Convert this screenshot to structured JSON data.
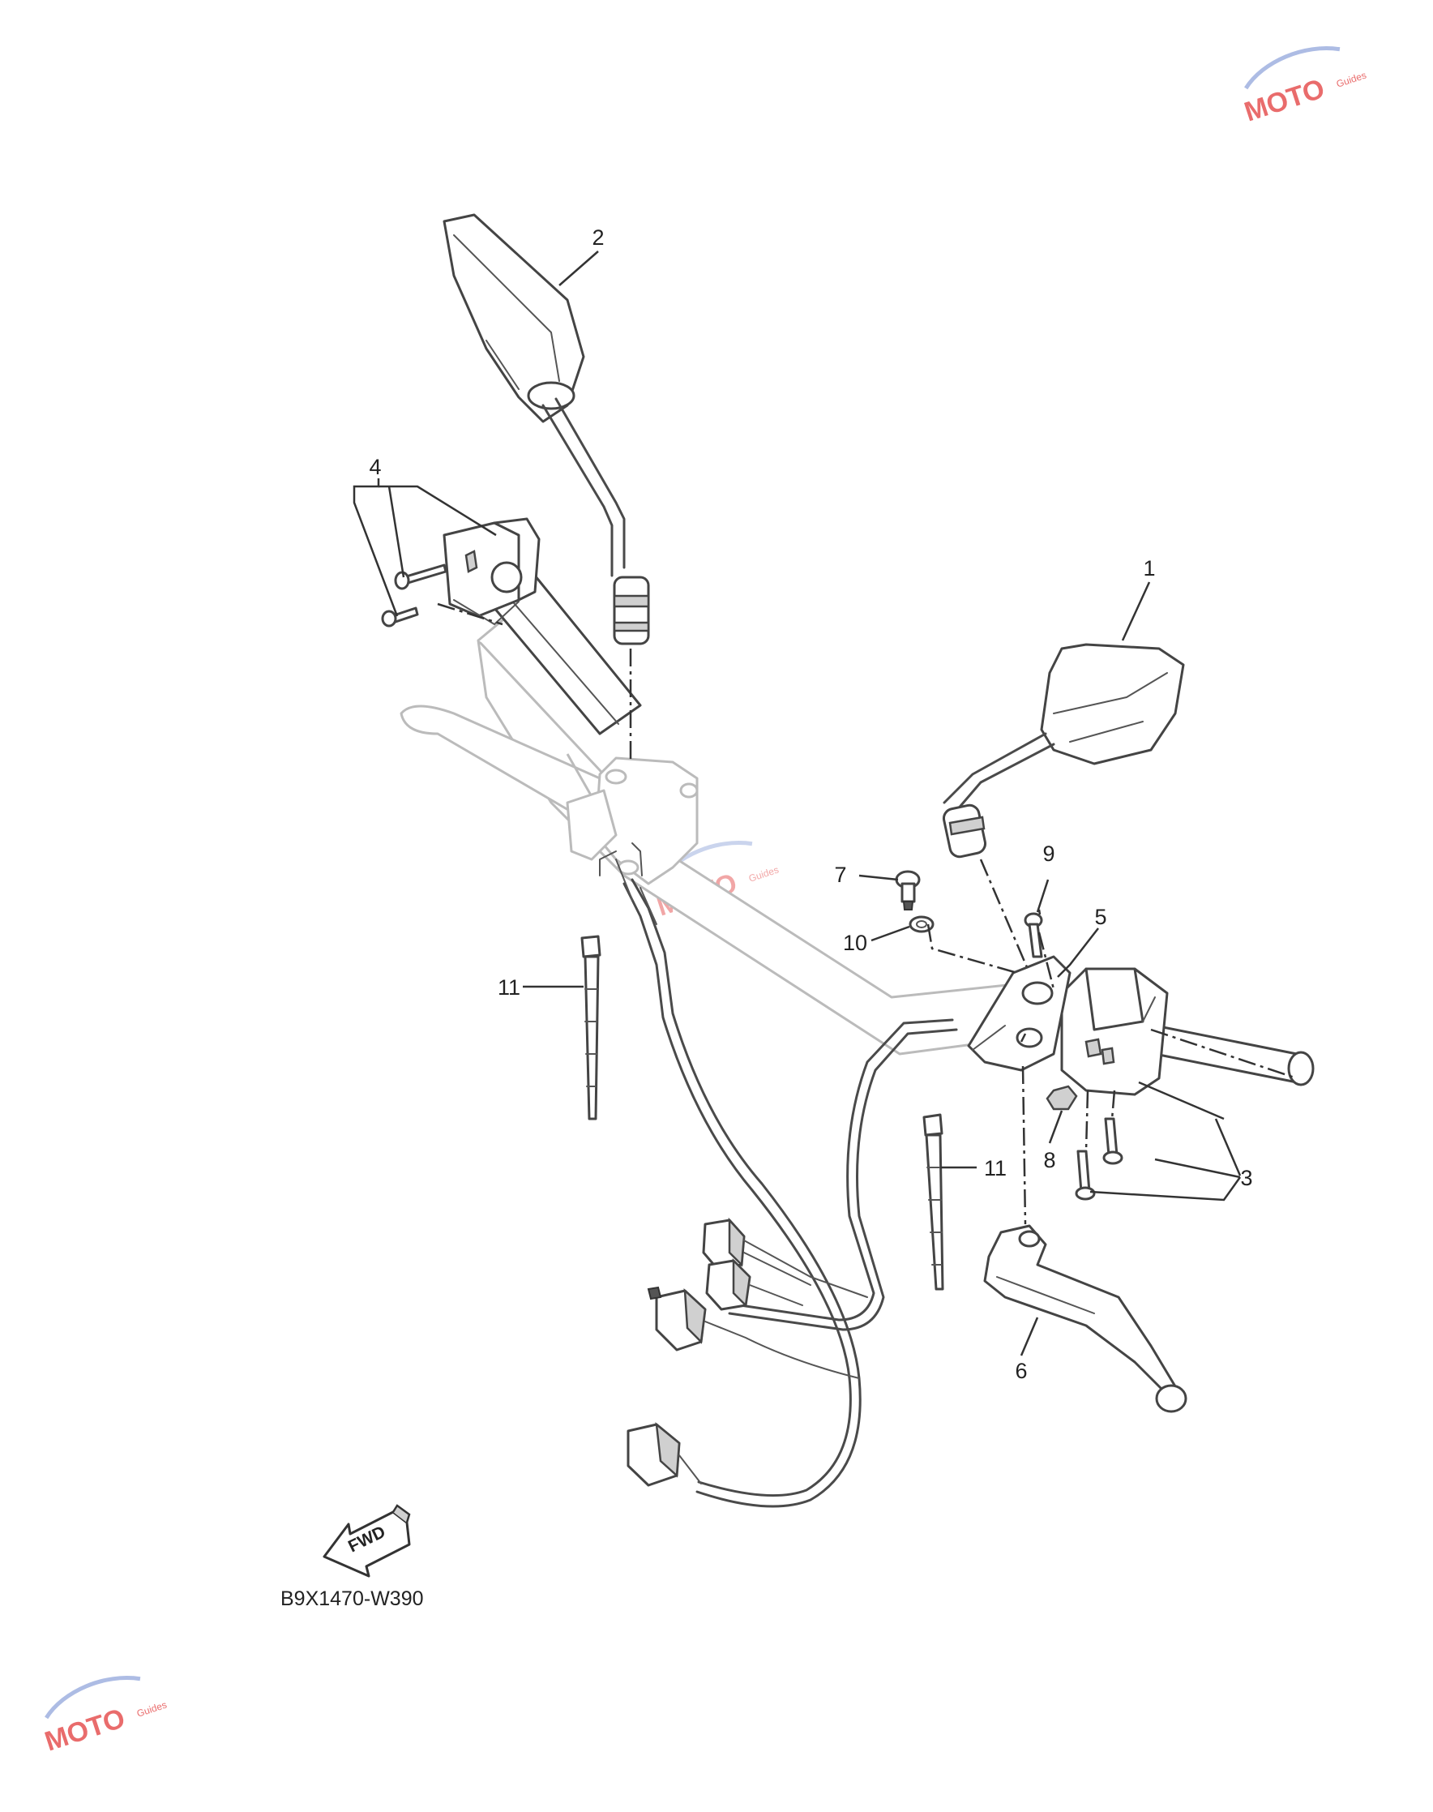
{
  "callouts": [
    "1",
    "2",
    "3",
    "4",
    "5",
    "6",
    "7",
    "8",
    "9",
    "10",
    "11",
    "11"
  ],
  "fwd_label": "FWD",
  "diagram_code": "B9X1470-W390",
  "watermark": {
    "brand": "MOTO",
    "sub": "Guides",
    "color": "#e23c3c"
  }
}
